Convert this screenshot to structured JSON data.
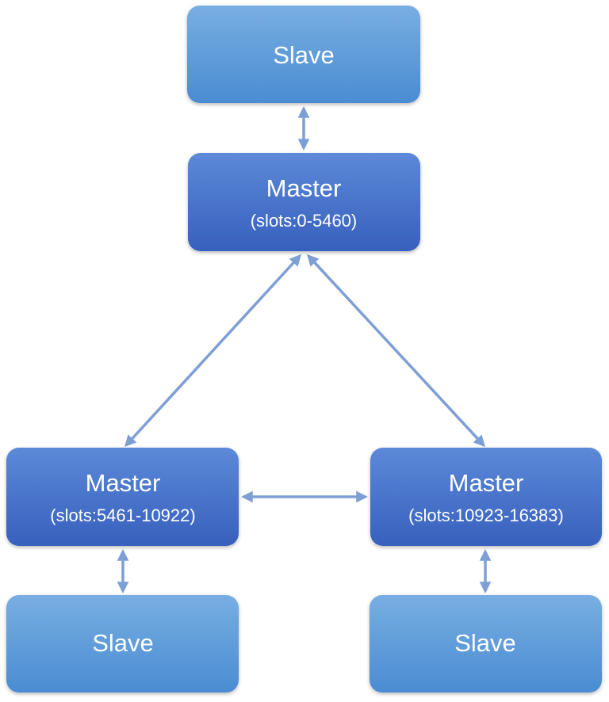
{
  "colors": {
    "slave_fill_top": "#76abe0",
    "slave_fill_bottom": "#4e8fd4",
    "master_fill_top": "#5a86d6",
    "master_fill_bottom": "#3a63bf",
    "connector": "#7d9fd6",
    "text": "#ffffff"
  },
  "nodes": {
    "slave_top": {
      "label": "Slave"
    },
    "master_top": {
      "label": "Master",
      "slots": "(slots:0-5460)"
    },
    "master_left": {
      "label": "Master",
      "slots": "(slots:5461-10922)"
    },
    "master_right": {
      "label": "Master",
      "slots": "(slots:10923-16383)"
    },
    "slave_left": {
      "label": "Slave"
    },
    "slave_right": {
      "label": "Slave"
    }
  }
}
